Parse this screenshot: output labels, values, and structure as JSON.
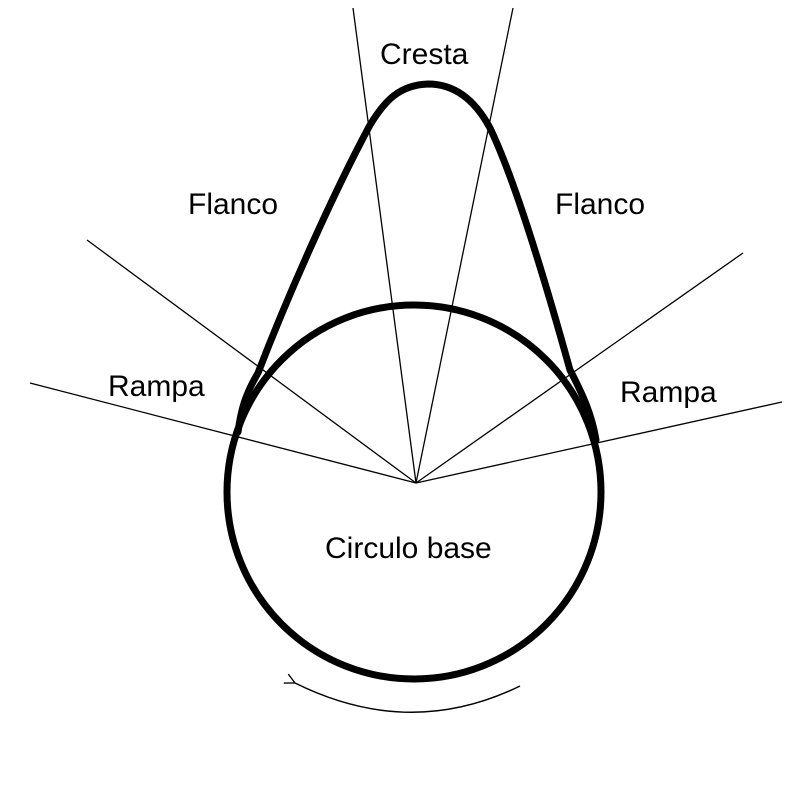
{
  "labels": {
    "crest": "Cresta",
    "flank_left": "Flanco",
    "flank_right": "Flanco",
    "ramp_left": "Rampa",
    "ramp_right": "Rampa",
    "base_circle": "Circulo base"
  },
  "colors": {
    "stroke": "#000000",
    "background": "#ffffff"
  }
}
